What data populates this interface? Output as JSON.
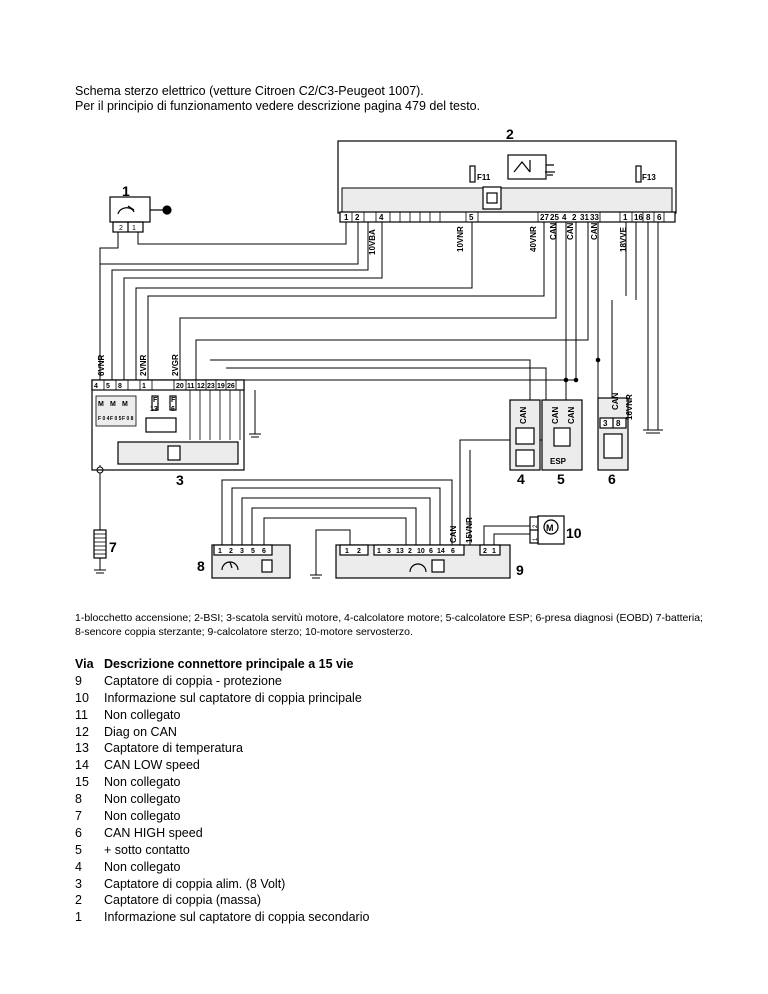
{
  "header": {
    "line1": "Schema sterzo elettrico (vetture Citroen C2/C3-Peugeot 1007).",
    "line2": "Per il principio di funzionamento vedere descrizione pagina 479 del testo."
  },
  "diagram": {
    "component_numbers": {
      "c1": "1",
      "c2": "2",
      "c3": "3",
      "c4": "4",
      "c5": "5",
      "c6": "6",
      "c7": "7",
      "c8": "8",
      "c9": "9",
      "c10": "10"
    },
    "fuses": {
      "f11": "F11",
      "f13": "F13",
      "f13b_a": "F",
      "f13b_b": "13",
      "f6_a": "F",
      "f6_b": "6"
    },
    "bsi_pins": [
      "1",
      "2",
      "4",
      "5",
      "27",
      "25",
      "4",
      "2",
      "31",
      "33",
      "1",
      "16",
      "8",
      "6"
    ],
    "wire_labels": {
      "w10vba": "10VBA",
      "w10vnr": "10VNR",
      "w40vnr": "40VNR",
      "can1": "CAN",
      "can2": "CAN",
      "can3": "CAN",
      "w18vve": "18VVE",
      "w6vnr": "6VNR",
      "w2vnr": "2VNR",
      "w2vgr": "2VGR",
      "can_esp_a": "CAN",
      "can_esp_b": "CAN",
      "can_obd": "CAN",
      "w16vnr": "16VNR",
      "can_9": "CAN",
      "w15vnr": "15VNR"
    },
    "box3_pins": [
      "4",
      "5",
      "8",
      "1",
      "20",
      "11",
      "12",
      "23",
      "19",
      "26"
    ],
    "box3_relays": [
      "M",
      "M",
      "M"
    ],
    "box3_relay_lines": [
      "F 0 4",
      "F 0 5",
      "F 0 8"
    ],
    "esp_label": "ESP",
    "pin_obd": [
      "3",
      "8"
    ],
    "pin_c8": [
      "1",
      "2",
      "3",
      "5",
      "6"
    ],
    "pin_c9_a": [
      "1",
      "2"
    ],
    "pin_c9_b": [
      "1",
      "3",
      "13",
      "2",
      "10",
      "6",
      "14",
      "6"
    ],
    "pin_c9_c": [
      "2",
      "1"
    ],
    "pin_c1": [
      "2",
      "1"
    ],
    "pin_c10": [
      "1",
      "2"
    ],
    "motor": "M"
  },
  "caption": "1-blocchetto accensione; 2-BSI; 3-scatola servitù motore, 4-calcolatore motore; 5-calcolatore ESP; 6-presa diagnosi (EOBD) 7-batteria; 8-sencore coppia sterzante; 9-calcolatore sterzo; 10-motore servosterzo.",
  "table": {
    "header": {
      "via": "Via",
      "desc": "Descrizione connettore principale a 15 vie"
    },
    "rows": [
      {
        "via": "9",
        "desc": "Captatore di coppia - protezione"
      },
      {
        "via": "10",
        "desc": "Informazione sul captatore di coppia principale"
      },
      {
        "via": "11",
        "desc": "Non collegato"
      },
      {
        "via": "12",
        "desc": "Diag on CAN"
      },
      {
        "via": "13",
        "desc": "Captatore di temperatura"
      },
      {
        "via": "14",
        "desc": "CAN LOW speed"
      },
      {
        "via": "15",
        "desc": "Non collegato"
      },
      {
        "via": "8",
        "desc": "Non collegato"
      },
      {
        "via": "7",
        "desc": "Non collegato"
      },
      {
        "via": "6",
        "desc": "CAN HIGH speed"
      },
      {
        "via": "5",
        "desc": "+ sotto contatto"
      },
      {
        "via": "4",
        "desc": "Non collegato"
      },
      {
        "via": "3",
        "desc": "Captatore di coppia alim. (8 Volt)"
      },
      {
        "via": "2",
        "desc": "Captatore di coppia (massa)"
      },
      {
        "via": "1",
        "desc": "Informazione sul captatore di coppia secondario"
      }
    ]
  }
}
